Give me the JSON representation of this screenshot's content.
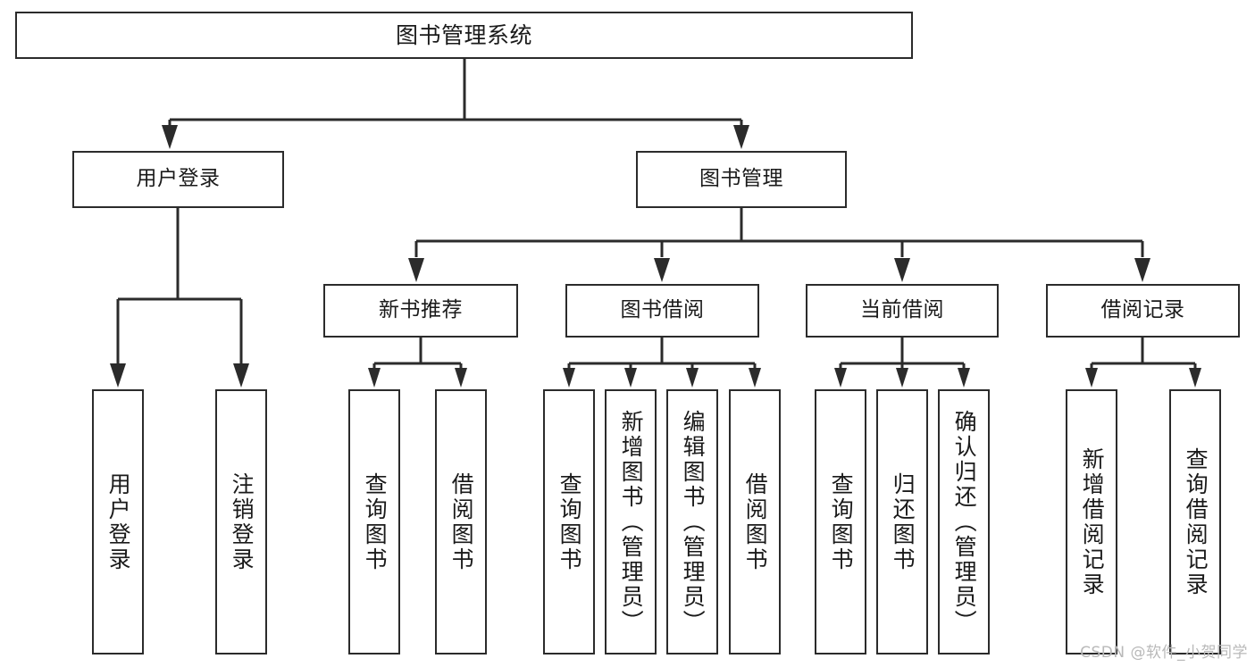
{
  "diagram": {
    "type": "tree",
    "title": "图书管理系统",
    "watermark": "CSDN @软件_小贺同学",
    "colors": {
      "line": "#2b2b2b",
      "box_border": "#2b2b2b",
      "box_fill": "#ffffff",
      "text": "#1a1a1a",
      "watermark": "#b9b9b9"
    },
    "nodes": {
      "root": {
        "label": "图书管理系统"
      },
      "level2": [
        {
          "label": "用户登录"
        },
        {
          "label": "图书管理"
        }
      ],
      "level3": [
        {
          "label": "新书推荐"
        },
        {
          "label": "图书借阅"
        },
        {
          "label": "当前借阅"
        },
        {
          "label": "借阅记录"
        }
      ],
      "leaves": [
        {
          "label": "用户登录",
          "parent": "用户登录"
        },
        {
          "label": "注销登录",
          "parent": "用户登录"
        },
        {
          "label": "查询图书",
          "parent": "新书推荐"
        },
        {
          "label": "借阅图书",
          "parent": "新书推荐"
        },
        {
          "label": "查询图书",
          "parent": "图书借阅"
        },
        {
          "label": "新增图书（管理员）",
          "parent": "图书借阅"
        },
        {
          "label": "编辑图书（管理员）",
          "parent": "图书借阅"
        },
        {
          "label": "借阅图书",
          "parent": "图书借阅"
        },
        {
          "label": "查询图书",
          "parent": "当前借阅"
        },
        {
          "label": "归还图书",
          "parent": "当前借阅"
        },
        {
          "label": "确认归还（管理员）",
          "parent": "当前借阅"
        },
        {
          "label": "新增借阅记录",
          "parent": "借阅记录"
        },
        {
          "label": "查询借阅记录",
          "parent": "借阅记录"
        }
      ]
    }
  }
}
